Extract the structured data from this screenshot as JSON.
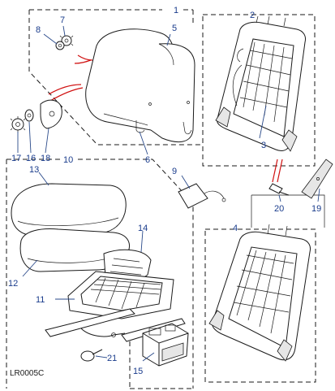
{
  "callouts": {
    "c1": "1",
    "c2": "2",
    "c3": "3",
    "c4": "4",
    "c5": "5",
    "c6": "6",
    "c7": "7",
    "c8": "8",
    "c9": "9",
    "c10": "10",
    "c11": "11",
    "c12": "12",
    "c13": "13",
    "c14": "14",
    "c15": "15",
    "c16": "16",
    "c17": "17",
    "c18": "18",
    "c19": "19",
    "c20": "20",
    "c21": "21"
  },
  "reference": "LR0005C",
  "colors": {
    "callout": "#1a3c8c",
    "line": "#1a1a1a",
    "arrow": "#d01010"
  }
}
